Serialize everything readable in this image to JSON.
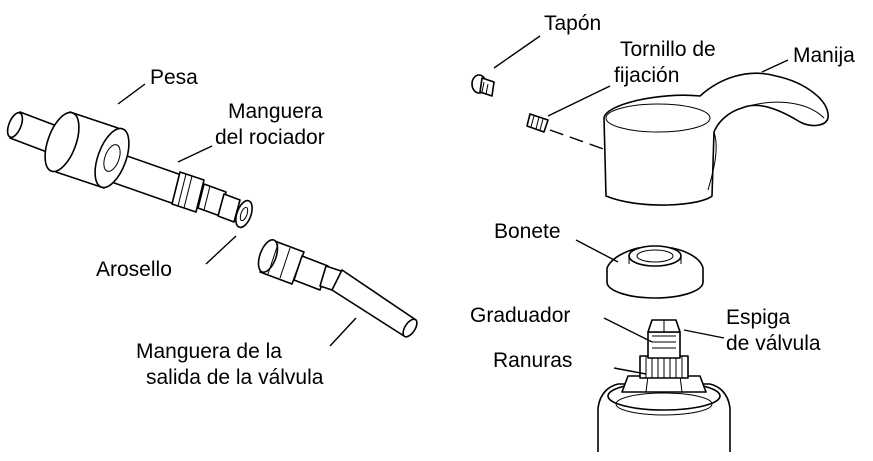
{
  "labels": {
    "pesa": "Pesa",
    "manguera_rociador_1": "Manguera",
    "manguera_rociador_2": "del rociador",
    "arosello": "Arosello",
    "manguera_salida_1": "Manguera de la",
    "manguera_salida_2": "salida de la válvula",
    "tapon": "Tapón",
    "tornillo_1": "Tornillo de",
    "tornillo_2": "fijación",
    "manija": "Manija",
    "bonete": "Bonete",
    "graduador": "Graduador",
    "ranuras": "Ranuras",
    "espiga_1": "Espiga",
    "espiga_2": "de válvula"
  },
  "icons": [
    "weight-icon",
    "spray-hose-icon",
    "o-ring-icon",
    "valve-outlet-hose-icon",
    "plug-icon",
    "set-screw-icon",
    "handle-icon",
    "bonnet-icon",
    "valve-stem-assembly-icon"
  ]
}
